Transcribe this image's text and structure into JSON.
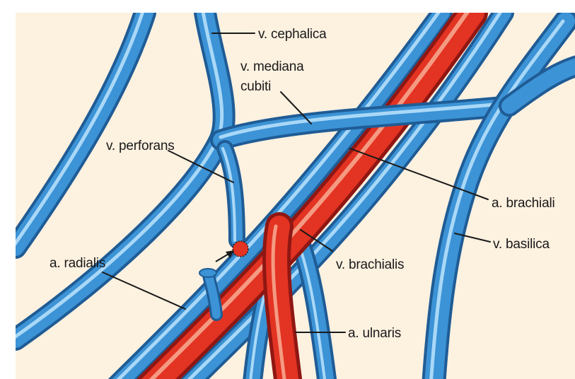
{
  "colors": {
    "background": "#fdf1e0",
    "page_edge": "#ffffff",
    "vein_dark": "#1f5c95",
    "vein_mid": "#3c93d6",
    "vein_light": "#a9d8f7",
    "artery_dark": "#8f1713",
    "artery_mid": "#e33322",
    "artery_light": "#f59a82",
    "label_text": "#1a1a1a"
  },
  "labels": {
    "v_cephalica": "v. cephalica",
    "v_mediana_cubiti_line1": "v. mediana",
    "v_mediana_cubiti_line2": "cubiti",
    "v_perforans": "v. perforans",
    "a_brachialis": "a. brachiali",
    "v_basilica": "v. basilica",
    "a_radialis": "a. radialis",
    "v_brachialis": "v. brachialis",
    "a_ulnaris": "a. ulnaris"
  },
  "icons": {
    "anastomosis_marker": "anastomosis-star-icon",
    "flow_arrow": "arrow-right-icon"
  }
}
